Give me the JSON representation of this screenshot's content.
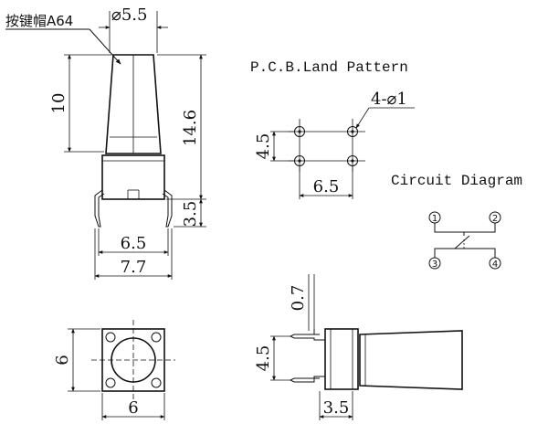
{
  "side_view": {
    "cap_label": "按键帽A64",
    "cap_diameter": "⌀5.5",
    "cap_height": "10",
    "total_height": "14.6",
    "pin_length": "3.5",
    "body_width": "6.5",
    "pin_span": "7.7"
  },
  "pcb": {
    "title": "P.C.B.Land Pattern",
    "holes": "4-⌀1",
    "pitch_v": "4.5",
    "pitch_h": "6.5"
  },
  "circuit": {
    "title": "Circuit Diagram",
    "pins": [
      "1",
      "2",
      "3",
      "4"
    ]
  },
  "top_view": {
    "width": "6",
    "height": "6"
  },
  "side_view_2": {
    "offset": "0.7",
    "pitch": "4.5",
    "depth": "3.5"
  }
}
